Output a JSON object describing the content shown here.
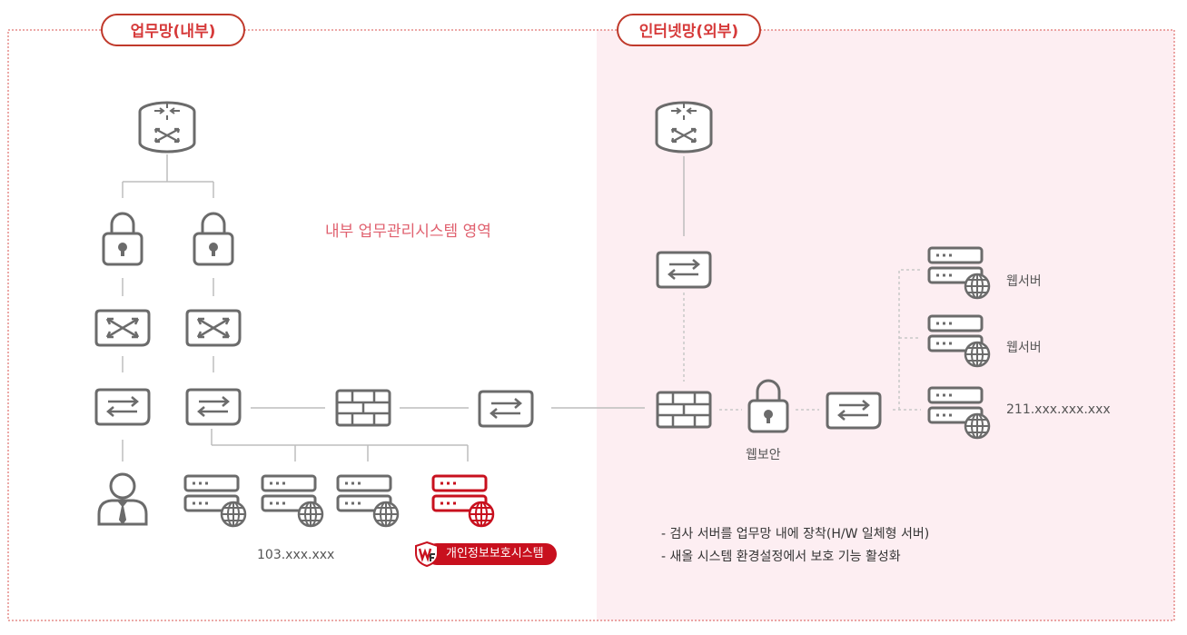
{
  "zones": {
    "internal_title": "업무망(내부)",
    "external_title": "인터넷망(외부)",
    "internal_area_label": "내부 업무관리시스템 영역"
  },
  "labels": {
    "web_server_1": "웹서버",
    "web_server_2": "웹서버",
    "web_server_3_ip": "211.xxx.xxx.xxx",
    "web_security": "웹보안",
    "internal_server_ip": "103.xxx.xxx",
    "privacy_system": "개인정보보호시스템"
  },
  "notes": [
    "- 검사 서버를 업무망 내에 장착(H/W 일체형 서버)",
    "- 새올 시스템 환경설정에서 보호 기능 활성화"
  ],
  "colors": {
    "accent_red": "#c8101e",
    "pill_border": "#c0392b",
    "external_bg": "#fdeef2",
    "icon_gray": "#6b6b6b",
    "line_gray": "#bdbdbd"
  },
  "icons": [
    "router-icon",
    "lock-icon",
    "switch-icon",
    "exchange-icon",
    "firewall-icon",
    "server-icon",
    "user-icon",
    "web-firewall-logo-icon"
  ]
}
